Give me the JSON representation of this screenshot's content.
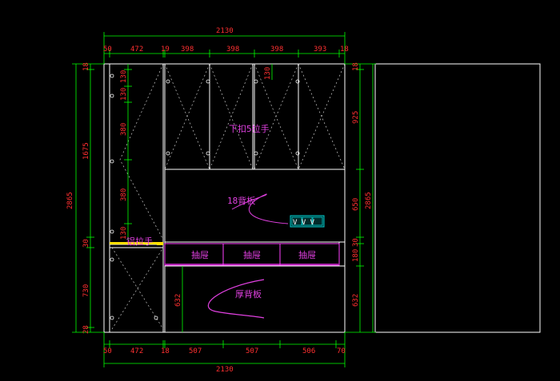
{
  "colors": {
    "background": "#000000",
    "outline": "#ffffff",
    "dimension_line": "#00ff00",
    "dimension_text": "#ff2020",
    "annotation": "#e040e0",
    "dashed_hinge": "#c8c8c8",
    "divider": "#ffe000",
    "drawer_fill": "#7a1f7a",
    "symbol_box": "#00d0d0"
  },
  "top": {
    "total": "2130",
    "segments": [
      "50",
      "472",
      "19",
      "398",
      "398",
      "398",
      "393",
      "18"
    ]
  },
  "bottom": {
    "total": "2130",
    "segments": [
      "50",
      "472",
      "18",
      "507",
      "507",
      "506",
      "70"
    ]
  },
  "left": {
    "total": "2865",
    "outer": [
      "18",
      "1675",
      "30",
      "730",
      "28"
    ],
    "inner": [
      "130",
      "130",
      "380",
      "380",
      "130"
    ]
  },
  "right": {
    "outer": "2865",
    "inner": [
      "18",
      "925",
      "650",
      "30",
      "180",
      "632"
    ]
  },
  "upper_door_dim": "130",
  "lower_dim": "632",
  "labels": {
    "upper_handle": "下扣5拉手",
    "back_panel_18": "18背板",
    "drawer_1": "抽屉",
    "drawer_2": "抽屉",
    "drawer_3": "抽屉",
    "pull_handle": "铝拉手",
    "thick_back_panel": "厚背板",
    "symbol": "V V V"
  }
}
